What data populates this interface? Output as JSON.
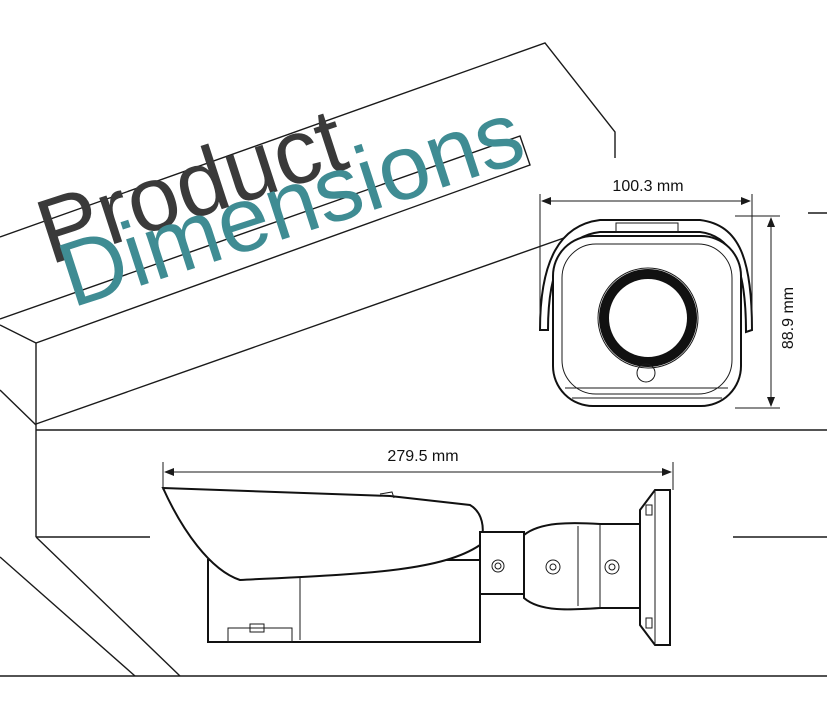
{
  "title": {
    "line1": "Product",
    "line2": "Dimensions"
  },
  "colors": {
    "line1": "#3a3a3a",
    "line2": "#3f8c93",
    "stroke": "#1a1a1a"
  },
  "dimensions": {
    "front_width": "100.3 mm",
    "front_height": "88.9 mm",
    "side_length": "279.5 mm"
  }
}
